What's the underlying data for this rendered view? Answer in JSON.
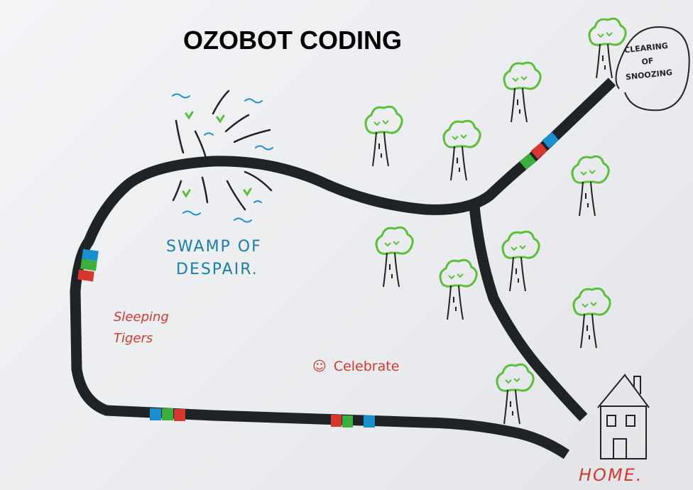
{
  "title": "OZOBOT CODING",
  "labels": {
    "clearing": [
      "CLEARING",
      "OF",
      "SNOOZING"
    ],
    "swamp": [
      "SWAMP OF",
      "DESPAIR."
    ],
    "tigers": [
      "Sleeping",
      "Tigers"
    ],
    "celebrate_face": "☺",
    "celebrate": "Celebrate",
    "home": "HOME."
  },
  "colors": {
    "track": "#1f2326",
    "blue": "#1a8fd0",
    "green": "#3cae3c",
    "red": "#d8372f",
    "tree": "#5cbf3a"
  }
}
